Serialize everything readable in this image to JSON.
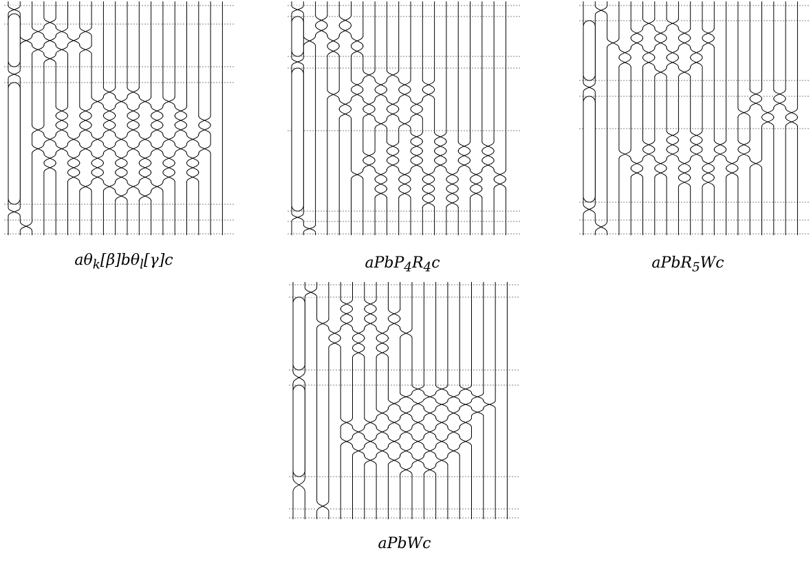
{
  "diagrams": [
    {
      "id": "p1",
      "caption": "aθ_k[β]bθ_l[γ]c",
      "caption_html": "a&theta;<sub>k</sub>[&beta;]b&theta;<sub>l</sub>[&gamma;]c"
    },
    {
      "id": "p2",
      "caption": "aPbP_4R_4c",
      "caption_html": "aPbP<sub>4</sub>R<sub>4</sub>c"
    },
    {
      "id": "p3",
      "caption": "aPbR_5Wc",
      "caption_html": "aPbR<sub>5</sub>Wc"
    },
    {
      "id": "p4",
      "caption": "aPbWc",
      "caption_html": "aPbWc"
    }
  ]
}
